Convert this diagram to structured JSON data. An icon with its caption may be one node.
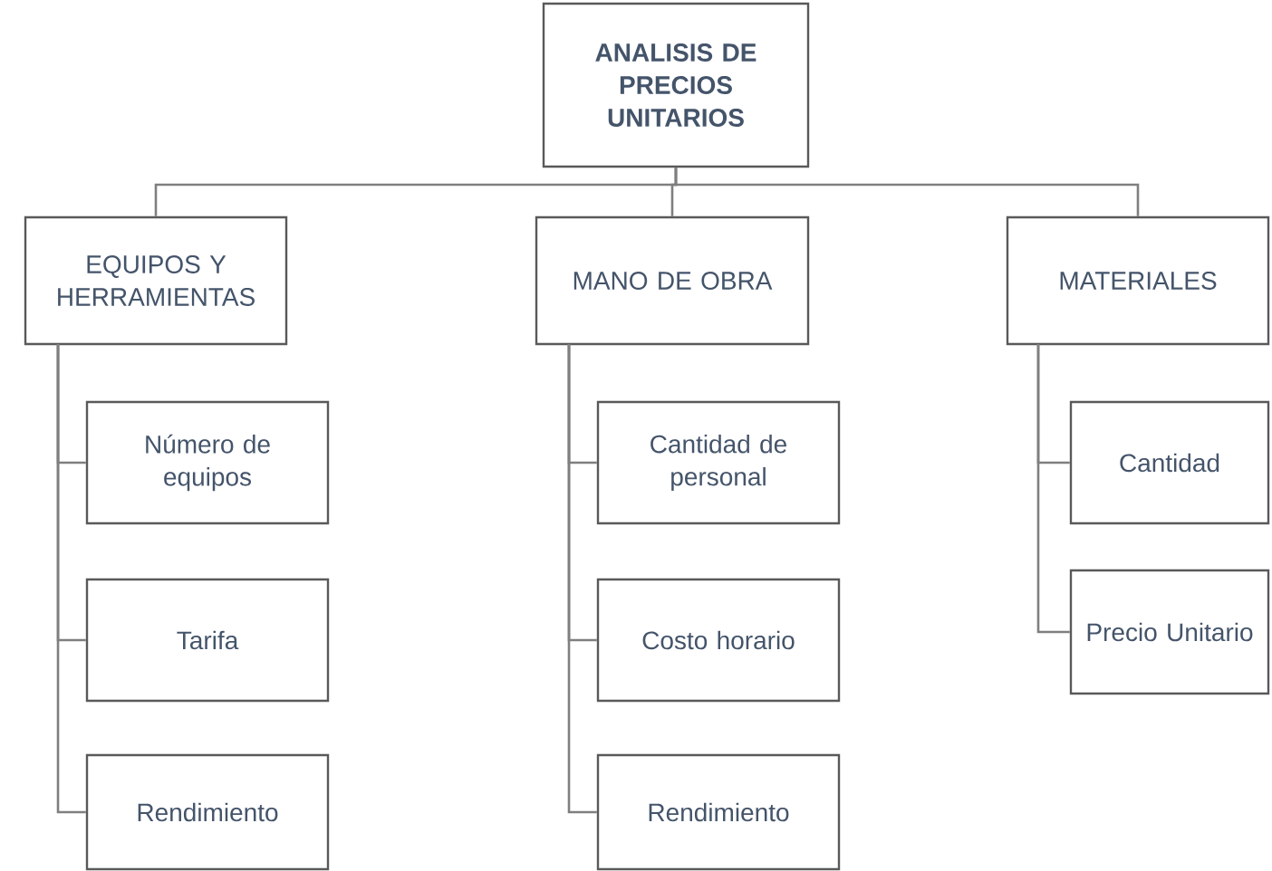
{
  "diagram": {
    "nodes": [
      {
        "text": [
          "ANALISIS DE PRECIOS UNITARIOS"
        ]
      },
      {
        "text": [
          "EQUIPOS Y HERRAMIENTAS"
        ]
      },
      {
        "text": [
          "MANO DE OBRA"
        ]
      },
      {
        "text": [
          "MATERIALES"
        ]
      },
      {
        "text": [
          "Número de equipos"
        ]
      },
      {
        "text": [
          "Tarifa"
        ]
      },
      {
        "text": [
          "Rendimiento"
        ]
      },
      {
        "text": [
          "Cantidad de personal"
        ]
      },
      {
        "text": [
          "Costo horario"
        ]
      },
      {
        "text": [
          "Rendimiento"
        ]
      },
      {
        "text": [
          "Cantidad"
        ]
      },
      {
        "text": [
          "Precio Unitario"
        ]
      }
    ],
    "edges": [
      {
        "from": 0,
        "to": 1,
        "arrow": "none"
      },
      {
        "from": 0,
        "to": 2,
        "arrow": "none"
      },
      {
        "from": 0,
        "to": 3,
        "arrow": "none"
      },
      {
        "from": 1,
        "to": 4,
        "arrow": "none"
      },
      {
        "from": 1,
        "to": 5,
        "arrow": "none"
      },
      {
        "from": 1,
        "to": 6,
        "arrow": "none"
      },
      {
        "from": 2,
        "to": 7,
        "arrow": "none"
      },
      {
        "from": 2,
        "to": 8,
        "arrow": "none"
      },
      {
        "from": 2,
        "to": 9,
        "arrow": "none"
      },
      {
        "from": 3,
        "to": 10,
        "arrow": "none"
      },
      {
        "from": 3,
        "to": 11,
        "arrow": "none"
      }
    ]
  }
}
